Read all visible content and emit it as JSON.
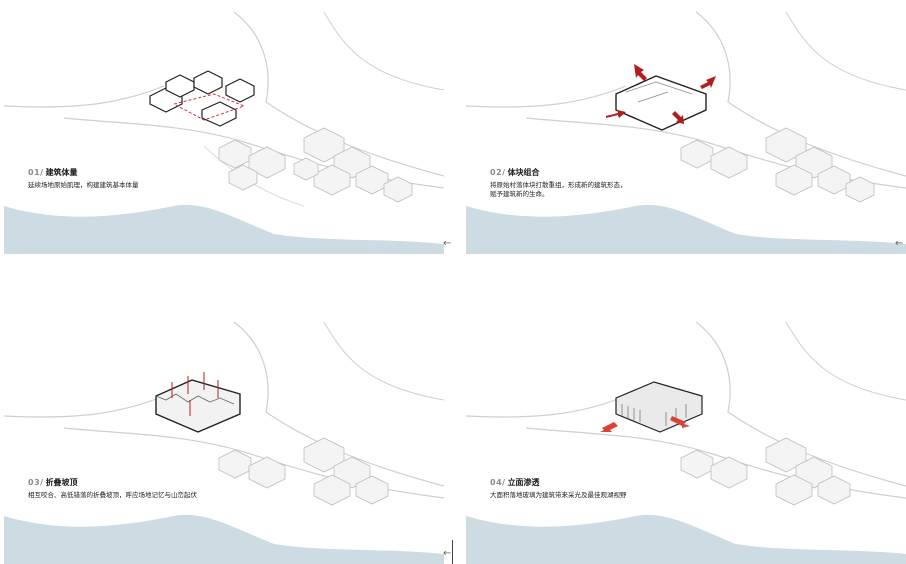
{
  "panels": [
    {
      "number": "01/",
      "title": "建筑体量",
      "description": "延续场地原始肌理，构建建筑基本体量"
    },
    {
      "number": "02/",
      "title": "体块组合",
      "description": "将原始村落体块打散重组，形成新的建筑形态，\n赋予建筑新的生命。"
    },
    {
      "number": "03/",
      "title": "折叠坡顶",
      "description": "相互咬合、高低错落的折叠坡顶，呼应场地记忆与山峦起伏"
    },
    {
      "number": "04/",
      "title": "立面渗透",
      "description": "大面积落地玻璃为建筑带来采光及最佳观湖视野"
    }
  ],
  "side_marks": [
    "←",
    "←",
    "←",
    "|"
  ],
  "colors": {
    "water": "#cddbe2",
    "arrow": "#b51d1d",
    "line": "#cfcfcf",
    "building": "#f4f4f4",
    "outline": "#222222"
  },
  "icons": [
    "red-arrow-icon",
    "cursor-mark-icon"
  ]
}
